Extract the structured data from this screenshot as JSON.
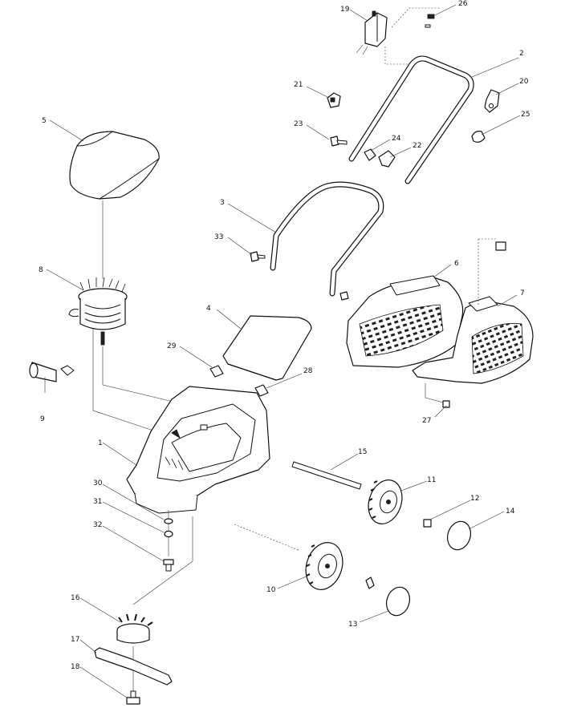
{
  "diagram": {
    "type": "exploded-parts-diagram",
    "callouts": [
      "1",
      "2",
      "3",
      "4",
      "5",
      "6",
      "7",
      "8",
      "9",
      "10",
      "11",
      "12",
      "13",
      "14",
      "15",
      "16",
      "17",
      "18",
      "19",
      "20",
      "21",
      "22",
      "23",
      "24",
      "25",
      "26",
      "27",
      "28",
      "29",
      "30",
      "31",
      "32",
      "33"
    ]
  }
}
